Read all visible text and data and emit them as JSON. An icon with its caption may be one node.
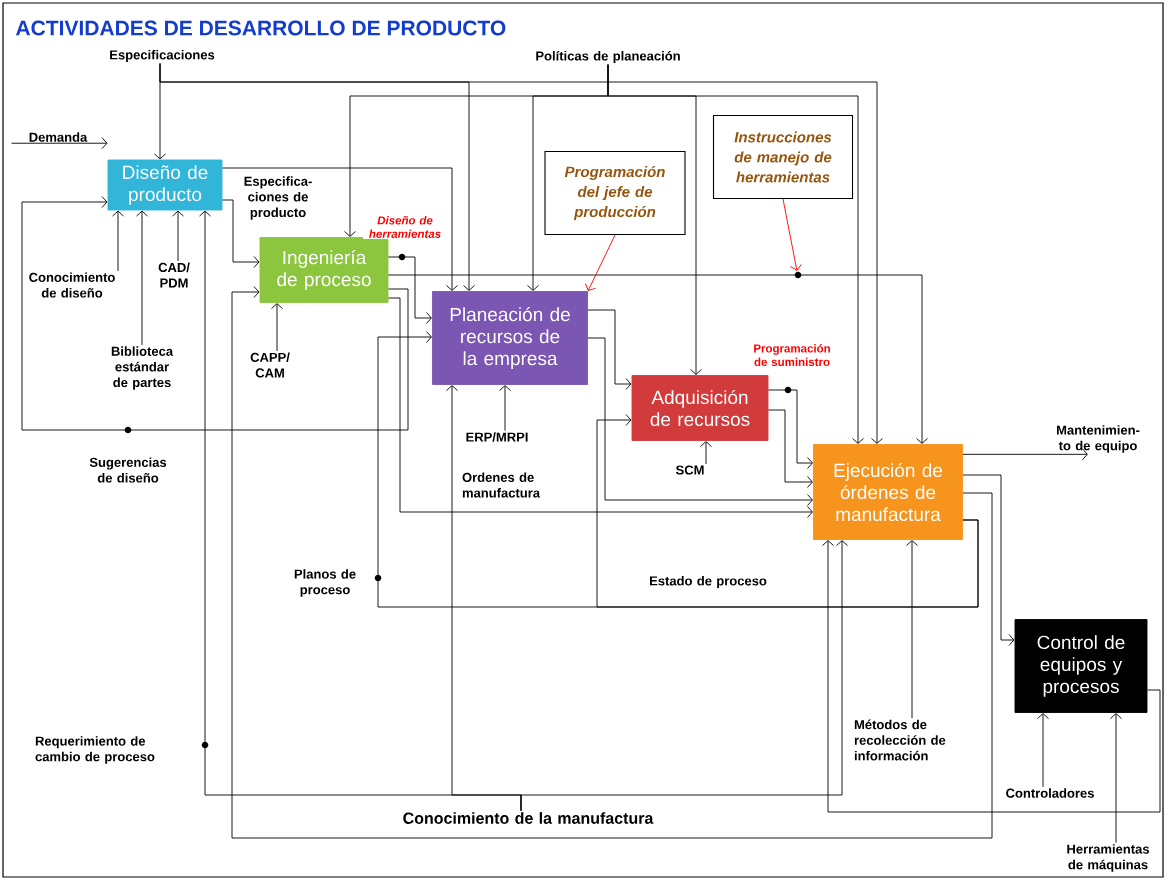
{
  "diagram": {
    "title": "ACTIVIDADES DE DESARROLLO DE PRODUCTO",
    "nodes": [
      {
        "text": [
          "Diseño de producto"
        ]
      },
      {
        "text": [
          "Ingeniería de proceso"
        ]
      },
      {
        "text": [
          "Planeación de recursos de la empresa"
        ]
      },
      {
        "text": [
          "Adquisición de recursos"
        ]
      },
      {
        "text": [
          "Ejecución de órdenes de manufactura"
        ]
      },
      {
        "text": [
          "Control de equipos y procesos"
        ]
      },
      {
        "text": [
          "Programación del jefe de producción"
        ]
      },
      {
        "text": [
          "Instrucciones de manejo de herramientas"
        ]
      },
      {
        "text": [
          "Especificaciones"
        ]
      },
      {
        "text": [
          "Demanda"
        ]
      },
      {
        "text": [
          "Conocimiento de diseño"
        ]
      },
      {
        "text": [
          "CAD/ PDM"
        ]
      },
      {
        "text": [
          "Biblioteca estándar de partes"
        ]
      },
      {
        "text": [
          "Políticas de planeación"
        ]
      },
      {
        "text": [
          "CAPP/ CAM"
        ]
      },
      {
        "text": [
          "ERP/MRPI"
        ]
      },
      {
        "text": [
          "SCM"
        ]
      },
      {
        "text": [
          "Mantenimien-to de equipo"
        ]
      },
      {
        "text": [
          "Métodos de recolección de información"
        ]
      },
      {
        "text": [
          "Controladores"
        ]
      },
      {
        "text": [
          "Herramientas de máquinas"
        ]
      },
      {
        "text": [
          "Conocimiento de la manufactura"
        ]
      }
    ],
    "edges": [
      {
        "from": 8,
        "to": 0,
        "arrow": "to"
      },
      {
        "from": 8,
        "to": 4,
        "arrow": "to"
      },
      {
        "from": 9,
        "to": 0,
        "arrow": "to"
      },
      {
        "from": 10,
        "to": 0,
        "arrow": "to"
      },
      {
        "from": 11,
        "to": 0,
        "arrow": "to"
      },
      {
        "from": 12,
        "to": 0,
        "arrow": "to"
      },
      {
        "from": 0,
        "to": 1,
        "arrow": "to",
        "label": "Especifica-ciones de producto"
      },
      {
        "from": 0,
        "to": 2,
        "arrow": "to"
      },
      {
        "from": 13,
        "to": 1,
        "arrow": "to"
      },
      {
        "from": 13,
        "to": 2,
        "arrow": "to"
      },
      {
        "from": 8,
        "to": 2,
        "arrow": "to"
      },
      {
        "from": 13,
        "to": 3,
        "arrow": "to"
      },
      {
        "from": 13,
        "to": 4,
        "arrow": "to"
      },
      {
        "from": 14,
        "to": 1,
        "arrow": "to"
      },
      {
        "from": 15,
        "to": 2,
        "arrow": "to"
      },
      {
        "from": 1,
        "to": 2,
        "arrow": "to",
        "label": "Diseño de herramientas"
      },
      {
        "from": 1,
        "to": 4,
        "arrow": "to"
      },
      {
        "from": 1,
        "to": 0,
        "arrow": "to",
        "label": "Sugerencias de diseño"
      },
      {
        "from": 1,
        "to": 4,
        "arrow": "to",
        "label": "Ordenes de manufactura"
      },
      {
        "from": 2,
        "to": 3,
        "arrow": "to"
      },
      {
        "from": 2,
        "to": 4,
        "arrow": "to"
      },
      {
        "from": 16,
        "to": 3,
        "arrow": "to"
      },
      {
        "from": 3,
        "to": 4,
        "arrow": "to",
        "label": "Programación de suministro"
      },
      {
        "from": 3,
        "to": 4,
        "arrow": "to"
      },
      {
        "from": 6,
        "to": 2,
        "arrow": "to",
        "color": "#ff0000"
      },
      {
        "from": 7,
        "to": null,
        "arrow": "to",
        "color": "#ff0000"
      },
      {
        "from": 4,
        "to": 17,
        "arrow": "to"
      },
      {
        "from": 18,
        "to": 4,
        "arrow": "to"
      },
      {
        "from": 4,
        "to": 5,
        "arrow": "to"
      },
      {
        "from": 19,
        "to": 5,
        "arrow": "to"
      },
      {
        "from": 20,
        "to": 5,
        "arrow": "to"
      },
      {
        "from": 4,
        "to": 3,
        "arrow": "to",
        "label": "Estado de proceso"
      },
      {
        "from": 4,
        "to": 2,
        "arrow": "to",
        "label": "Planos de proceso"
      },
      {
        "from": 21,
        "to": 0,
        "arrow": "to",
        "label": "Requerimiento de cambio de proceso"
      },
      {
        "from": 21,
        "to": 2,
        "arrow": "to"
      },
      {
        "from": 21,
        "to": 4,
        "arrow": "to"
      },
      {
        "from": 4,
        "to": 1,
        "arrow": "to"
      },
      {
        "from": 5,
        "to": 4,
        "arrow": "to"
      }
    ]
  }
}
